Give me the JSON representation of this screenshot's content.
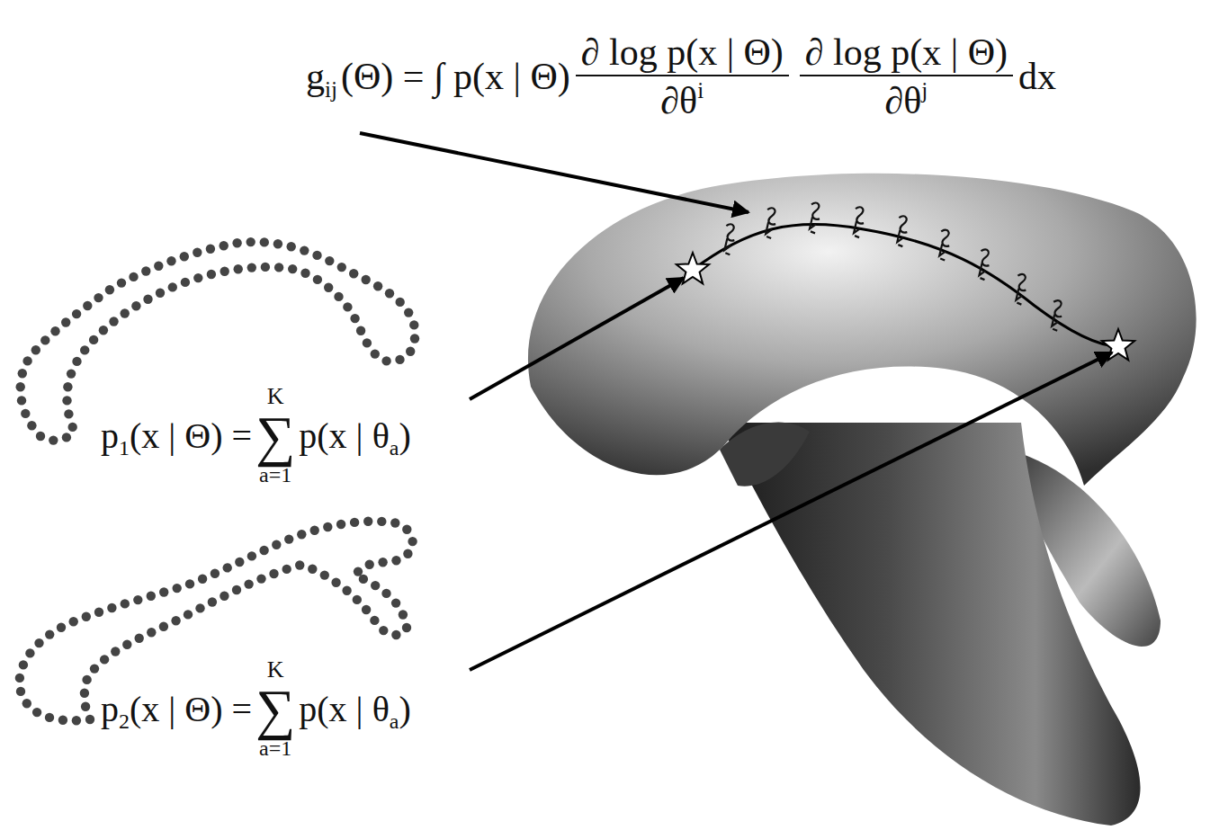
{
  "diagram": {
    "labels": [
      "g",
      "ij",
      "(Θ) = ∫ p(x | Θ)",
      "∂ log p(x | Θ)",
      "∂θ",
      "i",
      "∂ log p(x | Θ)",
      "∂θ",
      "j",
      "dx",
      "p",
      "1",
      "(x | Θ) =",
      "K",
      "∑",
      "a=1",
      "p(x | θ",
      "a",
      ")",
      "p",
      "2",
      "(x | Θ) =",
      "K",
      "∑",
      "a=1",
      "p(x | θ",
      "a",
      ")"
    ]
  }
}
